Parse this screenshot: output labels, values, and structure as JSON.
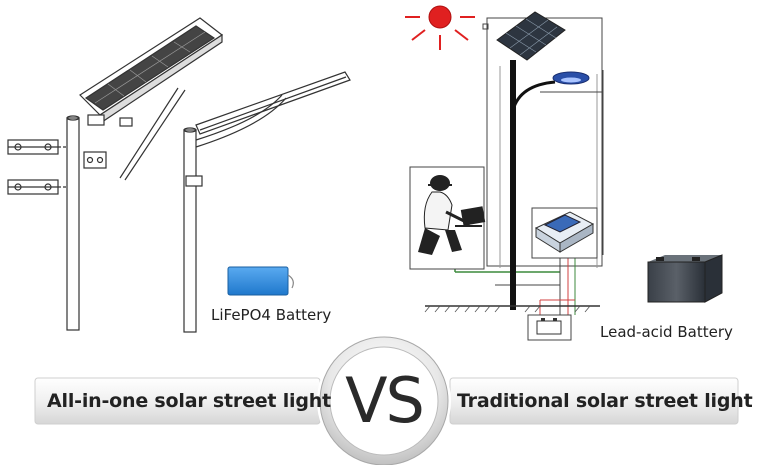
{
  "labels": {
    "lifepo4": "LiFePO4 Battery",
    "lead_acid": "Lead-acid Battery",
    "all_in_one": "All-in-one solar street light",
    "vs": "VS",
    "traditional": "Traditional solar street light"
  },
  "colors": {
    "battery_blue": "#2f8fe0",
    "sun_red": "#e02020",
    "lamp_blue": "#2a4fa8",
    "wire_green": "#3c8a3c",
    "wire_red": "#d04040"
  }
}
